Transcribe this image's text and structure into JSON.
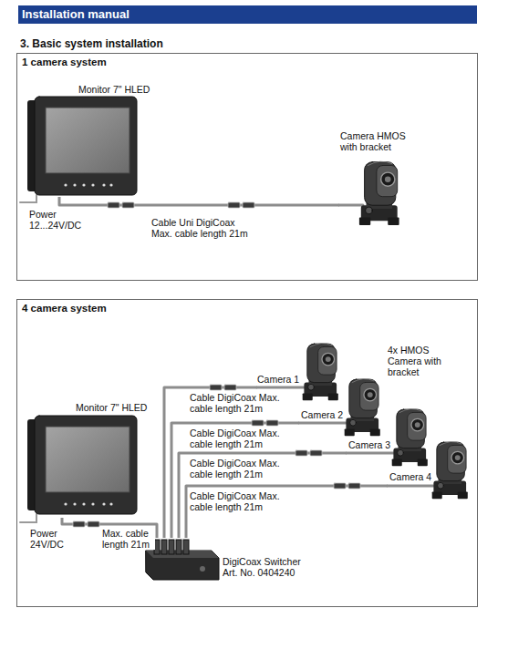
{
  "diagram": {
    "title": "Installation manual",
    "nodes": [
      {
        "text": [
          "1 camera system"
        ]
      },
      {
        "text": [
          "Monitor 7\" HLED"
        ],
        "in": 0
      },
      {
        "text": [
          "Camera HMOS with bracket"
        ],
        "in": 0
      },
      {
        "text": [
          "4 camera system"
        ]
      },
      {
        "text": [
          "Monitor 7\" HLED"
        ],
        "in": 3
      },
      {
        "text": [
          "DigiCoax Switcher Art. No. 0404240"
        ],
        "in": 3
      },
      {
        "text": [
          "Camera 1"
        ],
        "in": 3
      },
      {
        "text": [
          "Camera 2"
        ],
        "in": 3
      },
      {
        "text": [
          "Camera 3"
        ],
        "in": 3
      },
      {
        "text": [
          "Camera 4"
        ],
        "in": 3
      }
    ],
    "edges": [
      {
        "from": 1,
        "to": 2,
        "arrow": "none",
        "label": "Cable Uni DigiCoax Max. cable length 21m"
      },
      {
        "from": 4,
        "to": 5,
        "arrow": "none",
        "label": "Max. cable length 21m"
      },
      {
        "from": 5,
        "to": 6,
        "arrow": "none",
        "label": "Cable DigiCoax Max. cable length 21m"
      },
      {
        "from": 5,
        "to": 7,
        "arrow": "none",
        "label": "Cable DigiCoax Max. cable length 21m"
      },
      {
        "from": 5,
        "to": 8,
        "arrow": "none",
        "label": "Cable DigiCoax Max. cable length 21m"
      },
      {
        "from": 5,
        "to": 9,
        "arrow": "none",
        "label": "Cable DigiCoax Max. cable length 21m"
      }
    ],
    "labels": [
      "3. Basic system installation",
      "Power 12...24V/DC",
      "Power 24V/DC",
      "4x HMOS Camera with bracket"
    ]
  }
}
